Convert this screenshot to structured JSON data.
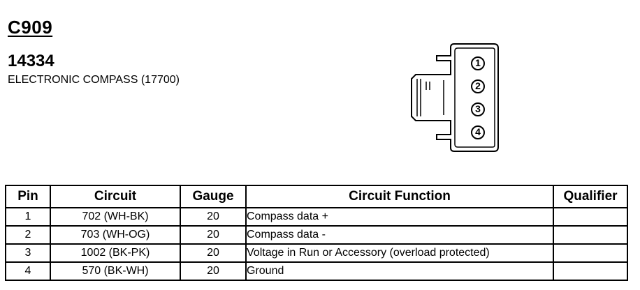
{
  "header": {
    "connector_id": "C909",
    "part_number": "14334",
    "description": "ELECTRONIC COMPASS (17700)"
  },
  "connector_diagram": {
    "pin_labels": [
      "1",
      "2",
      "3",
      "4"
    ]
  },
  "table": {
    "columns": [
      "Pin",
      "Circuit",
      "Gauge",
      "Circuit Function",
      "Qualifier"
    ],
    "rows": [
      {
        "pin": "1",
        "circuit": "702 (WH-BK)",
        "gauge": "20",
        "function": "Compass data +",
        "qualifier": ""
      },
      {
        "pin": "2",
        "circuit": "703 (WH-OG)",
        "gauge": "20",
        "function": "Compass data -",
        "qualifier": ""
      },
      {
        "pin": "3",
        "circuit": "1002 (BK-PK)",
        "gauge": "20",
        "function": "Voltage in Run or Accessory (overload protected)",
        "qualifier": ""
      },
      {
        "pin": "4",
        "circuit": "570 (BK-WH)",
        "gauge": "20",
        "function": "Ground",
        "qualifier": ""
      }
    ]
  }
}
